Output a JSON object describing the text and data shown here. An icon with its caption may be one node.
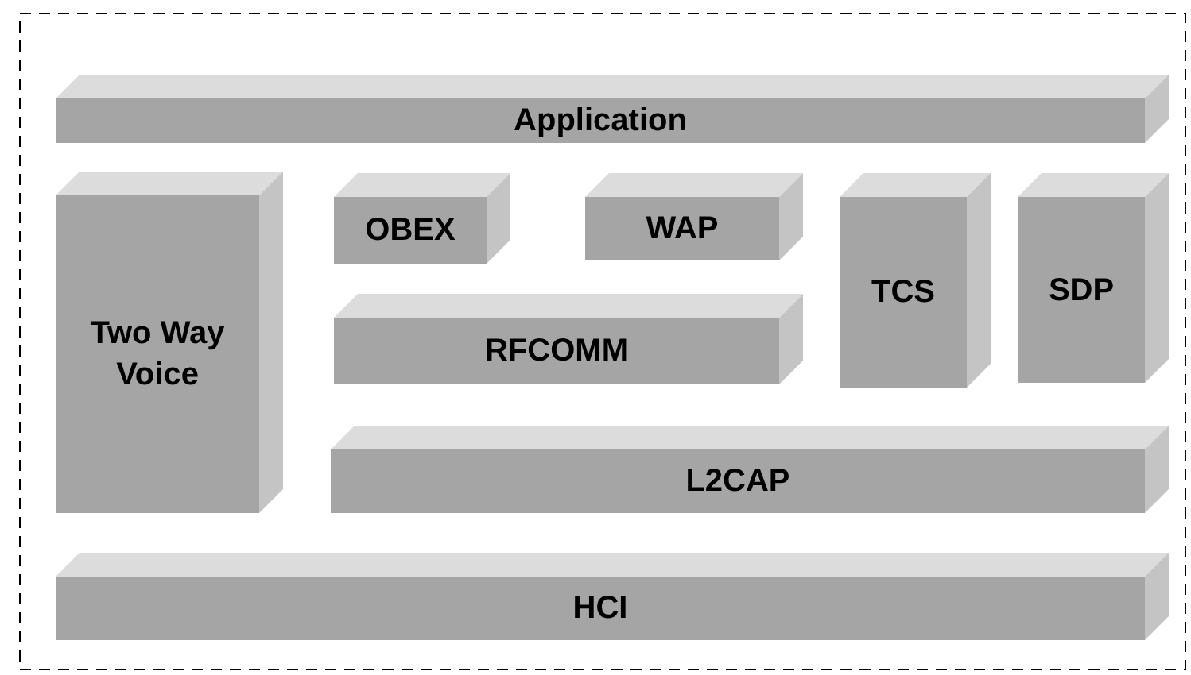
{
  "diagram": {
    "nodes": [
      {
        "text": [
          "Application"
        ]
      },
      {
        "text": [
          "Two Way Voice"
        ]
      },
      {
        "text": [
          "OBEX"
        ]
      },
      {
        "text": [
          "WAP"
        ]
      },
      {
        "text": [
          "TCS"
        ]
      },
      {
        "text": [
          "SDP"
        ]
      },
      {
        "text": [
          "RFCOMM"
        ]
      },
      {
        "text": [
          "L2CAP"
        ]
      },
      {
        "text": [
          "HCI"
        ]
      }
    ]
  }
}
